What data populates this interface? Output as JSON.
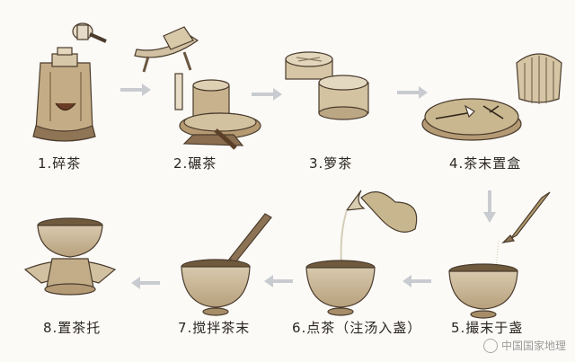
{
  "steps": [
    {
      "label": "1.碎茶"
    },
    {
      "label": "2.碾茶"
    },
    {
      "label": "3.箩茶"
    },
    {
      "label": "4.茶末置盒"
    },
    {
      "label": "5.撮末于盏"
    },
    {
      "label": "6.点茶（注汤入盏）"
    },
    {
      "label": "7.搅拌茶末"
    },
    {
      "label": "8.置茶托"
    }
  ],
  "watermark": "中国国家地理",
  "colors": {
    "background": "#fbfaf7",
    "ware": "#cbb99a",
    "ware_dark": "#a68d68",
    "outline": "#4a3b2c",
    "arrow": "#c8cbd0"
  }
}
